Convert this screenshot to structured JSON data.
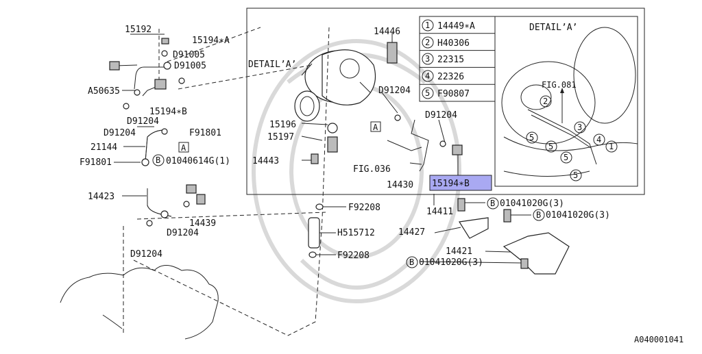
{
  "labels": {
    "p15192": "15192",
    "p15194a_top": "15194∗A",
    "p91005a": "D91005",
    "p91005b": "D91005",
    "a50635": "A50635",
    "p15194b_left": "15194∗B",
    "d91204_l1": "D91204",
    "d91204_l2": "D91204",
    "f91801_r": "F91801",
    "p21144": "21144",
    "f91801_l": "F91801",
    "bolt_0104": "01040614G(1)",
    "p14423": "14423",
    "d91204_l3": "D91204",
    "p14439": "14439",
    "d91204_l4": "D91204",
    "p14446": "14446",
    "detail_a_ref": "DETAIL’A’",
    "d91204_c1": "D91204",
    "d91204_c2": "D91204",
    "p15196": "15196",
    "p15197": "15197",
    "p14443": "14443",
    "fig036": "FIG.036",
    "p14430": "14430",
    "p15194b_hl": "15194∗B",
    "p14411": "14411",
    "f92208_top": "F92208",
    "h515712": "H515712",
    "f92208_bot": "F92208",
    "bolt_b1": "01041020G(3)",
    "bolt_b2": "01041020G(3)",
    "bolt_b3": "01041020G(3)",
    "p14427": "14427",
    "p14421": "14421",
    "detail_title": "DETAIL’A’",
    "fig081": "FIG.081",
    "ref_a": "A",
    "ref_b": "B",
    "catalog_code": "A040001041"
  },
  "legend": [
    {
      "num": "1",
      "part": "14449∗A"
    },
    {
      "num": "2",
      "part": "H40306"
    },
    {
      "num": "3",
      "part": "22315"
    },
    {
      "num": "4",
      "part": "22326"
    },
    {
      "num": "5",
      "part": "F90807"
    }
  ],
  "detail_callouts": [
    "1",
    "2",
    "3",
    "4",
    "5"
  ],
  "colors": {
    "highlight": "#a9a9f2",
    "line": "#222222",
    "watermark": "#d9d9d9"
  }
}
